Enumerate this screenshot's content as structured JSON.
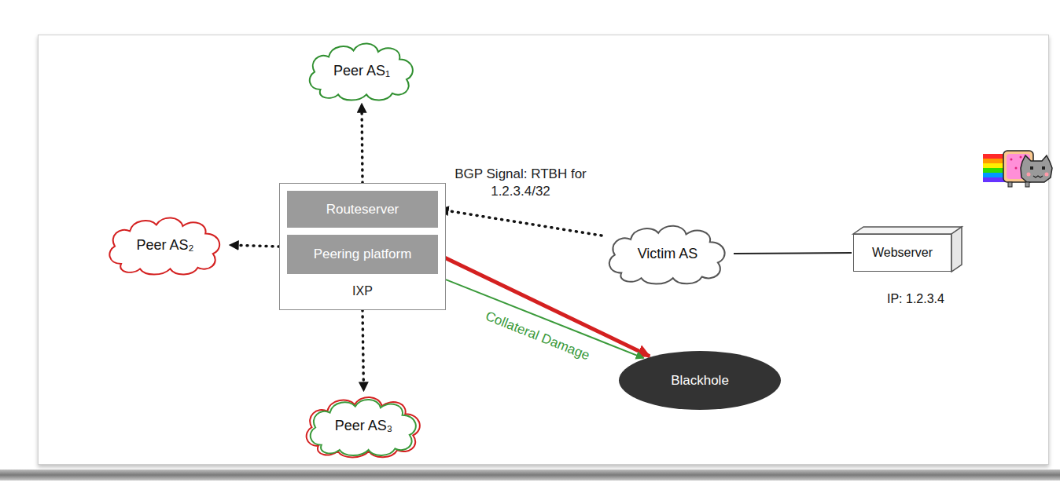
{
  "diagram": {
    "nodes": [
      {
        "text": [
          "Peer AS₁"
        ]
      },
      {
        "text": [
          "Peer AS₂"
        ]
      },
      {
        "text": [
          "IXP"
        ]
      },
      {
        "text": [
          "Routeserver"
        ],
        "in": 2
      },
      {
        "text": [
          "Peering platform"
        ],
        "in": 2
      },
      {
        "text": [
          "Victim AS"
        ]
      },
      {
        "text": [
          "Webserver"
        ]
      },
      {
        "text": [
          "Blackhole"
        ]
      },
      {
        "text": [
          "Peer AS₃"
        ]
      }
    ],
    "edges": [
      {
        "from": 5,
        "to": 3,
        "label": "BGP Signal: RTBH for 1.2.3.4/32",
        "arrow": "to"
      },
      {
        "from": 2,
        "to": 0,
        "arrow": "to"
      },
      {
        "from": 2,
        "to": 1,
        "arrow": "to"
      },
      {
        "from": 2,
        "to": 8,
        "arrow": "to"
      },
      {
        "from": 4,
        "to": 7,
        "arrow": "to"
      },
      {
        "from": 2,
        "to": 7,
        "label": "Collateral Damage",
        "arrow": "to"
      },
      {
        "from": 5,
        "to": 6,
        "arrow": "none"
      }
    ],
    "labels": [
      "IP: 1.2.3.4"
    ]
  }
}
